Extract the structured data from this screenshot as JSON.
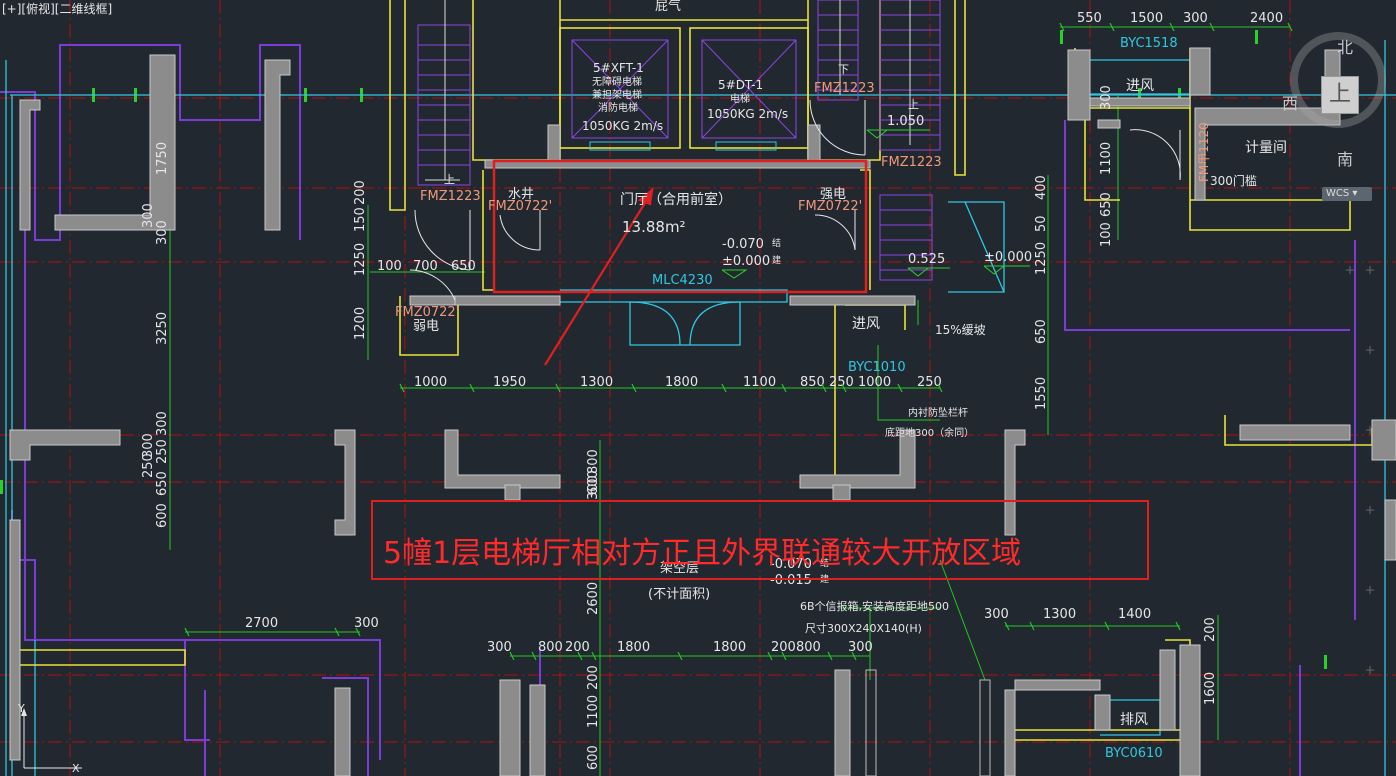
{
  "viewport": {
    "controls": [
      "[+]",
      "[俯视]",
      "[二维线框]"
    ]
  },
  "viewcube": {
    "north": "北",
    "south": "南",
    "west": "西",
    "face": "上",
    "wcs": "WCS"
  },
  "callout": {
    "text": "5幢1层电梯厅相对方正且外界联通较大开放区域"
  },
  "rooms": {
    "lift1_a": "5#XFT-1",
    "lift1_b": "无障碍电梯",
    "lift1_c": "兼担架电梯",
    "lift1_d": "消防电梯",
    "lift1_e": "1050KG 2m/s",
    "lift2_a": "5#DT-1",
    "lift2_b": "电梯",
    "lift2_c": "1050KG 2m/s",
    "shaft_top": "屁气",
    "lobby": "门厅（合用前室）",
    "lobby_area": "13.88m²",
    "water": "水井",
    "strong": "强电",
    "weak": "弱电",
    "intake1": "进风",
    "intake2": "进风",
    "exhaust": "排风",
    "meter": "计量间",
    "meter_door": "300门槛",
    "pilotis": "架空层",
    "pilotis_note": "(不计面积)",
    "ramp": "15%缓坡",
    "rail_a": "内衬防坠栏杆",
    "rail_b": "底距地300（余同）",
    "box_a": "6B个信报箱,安装高度距地500",
    "box_b": "尺寸300X240X140(H)",
    "up_stair1": "上",
    "up_stair2": "上",
    "down_stair": "下"
  },
  "tags": {
    "fm1": "FMZ1223",
    "fm2": "FMZ1223",
    "fm3": "FMZ1223",
    "fm4": "FMZ0722'",
    "fm5": "FMZ0722'",
    "fm6": "FMZ0722'",
    "fm7": "FM甲1120",
    "mlc": "MLC4230",
    "byc1": "BYC1518",
    "byc2": "BYC1010",
    "byc3": "BYC0610"
  },
  "levels": {
    "l1": "-0.070",
    "l1s": "结",
    "l2": "±0.000",
    "l2s": "建",
    "l3": "0.525",
    "l4": "±0.000",
    "l5": "1.050",
    "l6": "-0.070",
    "l6s": "结",
    "l7": "-0.015",
    "l7s": "建"
  },
  "dims": {
    "top": [
      "550",
      "1500",
      "300",
      "2400"
    ],
    "row1": [
      "1000",
      "1950",
      "1300",
      "1800",
      "1100",
      "850",
      "250",
      "1000",
      "250"
    ],
    "row2": [
      "100",
      "700",
      "650"
    ],
    "row3": [
      "300",
      "800",
      "200",
      "1800",
      "1800",
      "200",
      "800",
      "300"
    ],
    "row4": [
      "2700",
      "300"
    ],
    "row5": [
      "300",
      "1300",
      "1400"
    ],
    "left_v": [
      "1750",
      "300",
      "300",
      "3250",
      "300",
      "300",
      "250",
      "650",
      "250",
      "600"
    ],
    "mid_v": [
      "200",
      "150",
      "1250",
      "1200",
      "600",
      "300",
      "800",
      "2600",
      "200",
      "1100",
      "600"
    ],
    "right_v": [
      "400",
      "50",
      "1250",
      "650",
      "1550",
      "300",
      "1100",
      "650",
      "100"
    ],
    "far_v": [
      "200",
      "1600"
    ]
  }
}
